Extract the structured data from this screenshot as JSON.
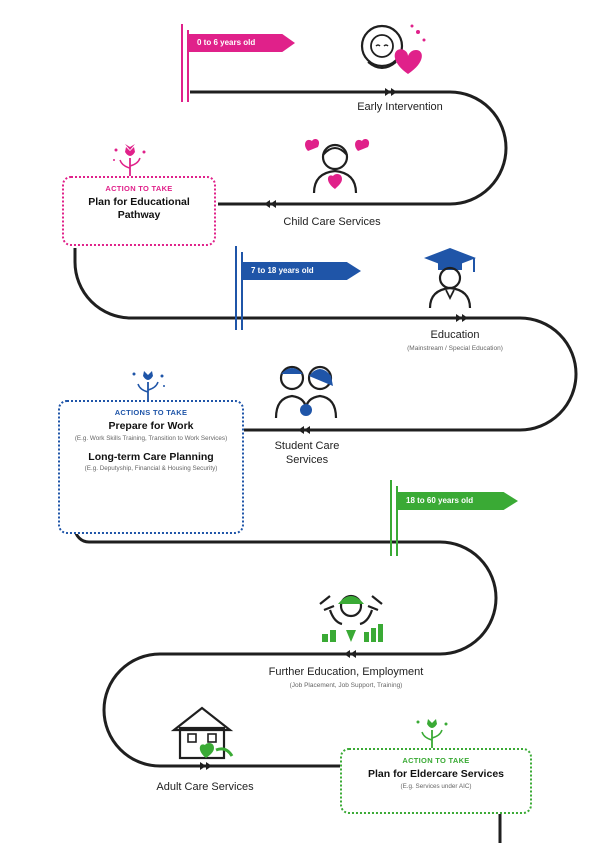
{
  "stages": [
    {
      "age_label": "0 to 6 years old"
    },
    {
      "age_label": "7 to 18 years old"
    },
    {
      "age_label": "18 to 60 years old"
    }
  ],
  "services": {
    "early_intervention": "Early Intervention",
    "child_care": "Child Care Services",
    "education": "Education",
    "education_sub": "(Mainstream / Special Education)",
    "student_care_line1": "Student Care",
    "student_care_line2": "Services",
    "further_education": "Further Education, Employment",
    "further_education_sub": "(Job Placement, Job Support, Training)",
    "adult_care": "Adult Care Services"
  },
  "actions": {
    "educational": {
      "header": "ACTION TO TAKE",
      "title": "Plan for Educational Pathway"
    },
    "work": {
      "header": "ACTIONS TO TAKE",
      "title1": "Prepare for Work",
      "detail1": "(E.g. Work Skills Training, Transition to Work Services)",
      "title2": "Long-term Care Planning",
      "detail2": "(E.g. Deputyship, Financial & Housing Security)"
    },
    "eldercare": {
      "header": "ACTION TO TAKE",
      "title": "Plan for Eldercare Services",
      "detail": "(E.g. Services under AIC)"
    }
  },
  "colors": {
    "pink": "#e0218a",
    "blue": "#1f55a8",
    "green": "#3aaa35",
    "path": "#1f1f1f"
  },
  "icons": [
    "baby-icon",
    "heart-icon",
    "caregiver-icon",
    "graduate-icon",
    "students-icon",
    "worker-icon",
    "house-icon",
    "flower-icon"
  ]
}
